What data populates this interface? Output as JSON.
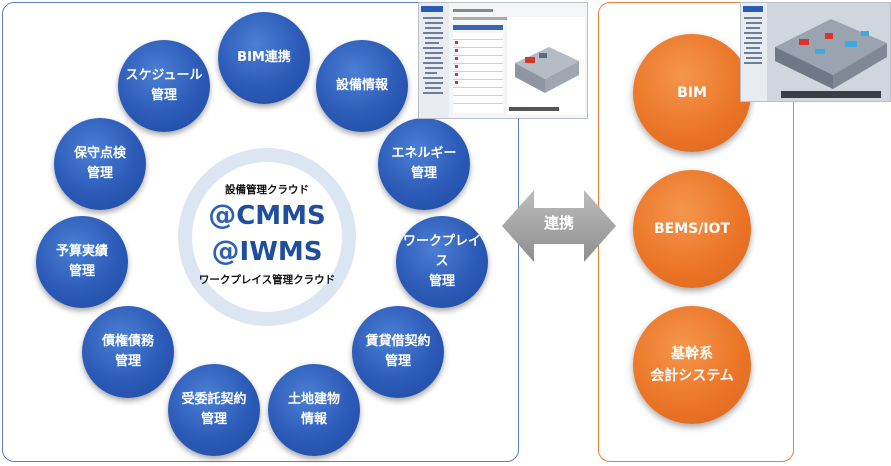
{
  "core": {
    "subtitle_top": "設備管理クラウド",
    "brand1": "CMMS",
    "brand2": "IWMS",
    "subtitle_bottom": "ワークプレイス管理クラウド",
    "at_symbol": "@"
  },
  "modules": [
    {
      "label": "BIM連携"
    },
    {
      "label": "設備情報"
    },
    {
      "label": "エネルギー\n管理"
    },
    {
      "label": "ワークプレイス\n管理"
    },
    {
      "label": "賃貸借契約\n管理"
    },
    {
      "label": "土地建物\n情報"
    },
    {
      "label": "受委託契約\n管理"
    },
    {
      "label": "債権債務\n管理"
    },
    {
      "label": "予算実績\n管理"
    },
    {
      "label": "保守点検\n管理"
    },
    {
      "label": "スケジュール\n管理"
    }
  ],
  "link_label": "連携",
  "external": [
    {
      "label": "BIM"
    },
    {
      "label": "BEMS/IOT"
    },
    {
      "label": "基幹系\n会計システム"
    }
  ],
  "colors": {
    "module_blue": "#2b5ab7",
    "external_orange": "#ea7325",
    "left_border": "#5b80c2",
    "right_border": "#e9813d",
    "arrow_gray": "#a6a6a6"
  }
}
